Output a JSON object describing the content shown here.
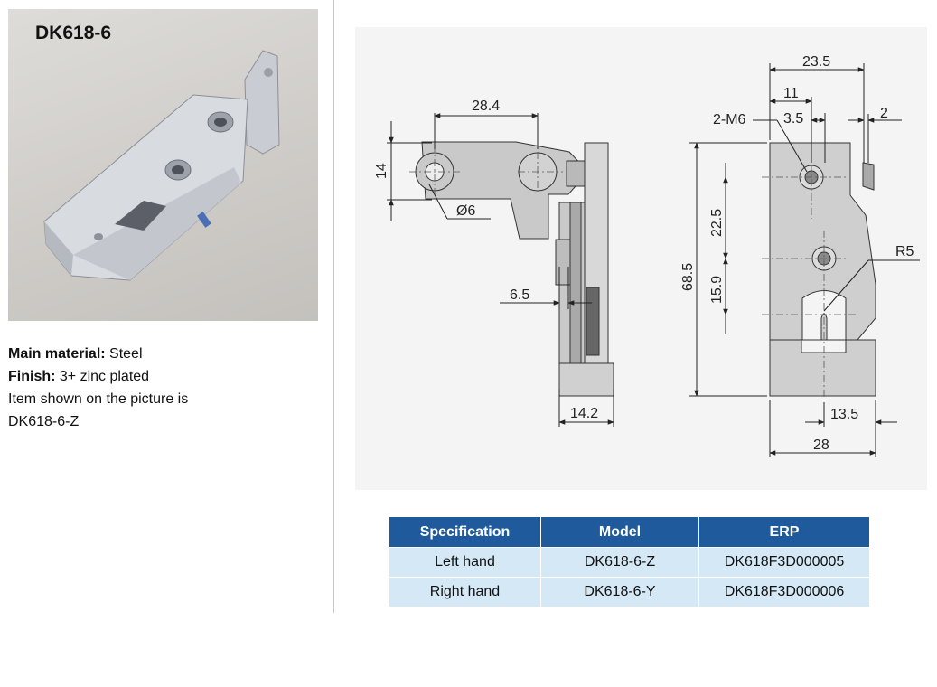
{
  "product": {
    "code": "DK618-6"
  },
  "properties": {
    "material_label": "Main material:",
    "material_value": " Steel",
    "finish_label": "Finish:",
    "finish_value": " 3+ zinc plated",
    "note_line1": "Item shown on the picture is",
    "note_line2": "DK618-6-Z"
  },
  "drawing": {
    "dims": {
      "d28_4": "28.4",
      "d14": "14",
      "phi6": "Ø6",
      "d6_5": "6.5",
      "d14_2": "14.2",
      "d23_5": "23.5",
      "d11": "11",
      "m6": "2-M6",
      "d3_5": "3.5",
      "d2": "2",
      "d22_5": "22.5",
      "d68_5": "68.5",
      "d15_9": "15.9",
      "r5": "R5",
      "d13_5": "13.5",
      "d28": "28"
    }
  },
  "table": {
    "headers": [
      "Specification",
      "Model",
      "ERP"
    ],
    "rows": [
      [
        "Left hand",
        "DK618-6-Z",
        "DK618F3D000005"
      ],
      [
        "Right hand",
        "DK618-6-Y",
        "DK618F3D000006"
      ]
    ]
  },
  "colors": {
    "header_bg": "#1e5a9c",
    "row_bg": "#d5e8f5",
    "drawing_bg": "#f4f4f4"
  }
}
